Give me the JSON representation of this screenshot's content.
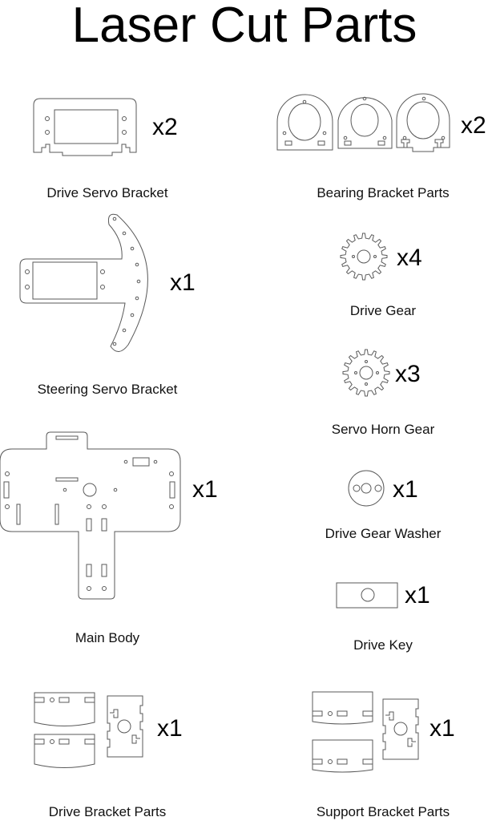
{
  "title": "Laser Cut Parts",
  "parts": [
    {
      "label": "Drive Servo Bracket",
      "qty": "x2"
    },
    {
      "label": "Bearing Bracket Parts",
      "qty": "x2"
    },
    {
      "label": "Steering Servo Bracket",
      "qty": "x1"
    },
    {
      "label": "Drive Gear",
      "qty": "x4"
    },
    {
      "label": "Servo Horn Gear",
      "qty": "x3"
    },
    {
      "label": "Main Body",
      "qty": "x1"
    },
    {
      "label": "Drive Gear Washer",
      "qty": "x1"
    },
    {
      "label": "Drive Key",
      "qty": "x1"
    },
    {
      "label": "Drive Bracket Parts",
      "qty": "x1"
    },
    {
      "label": "Support Bracket Parts",
      "qty": "x1"
    }
  ]
}
